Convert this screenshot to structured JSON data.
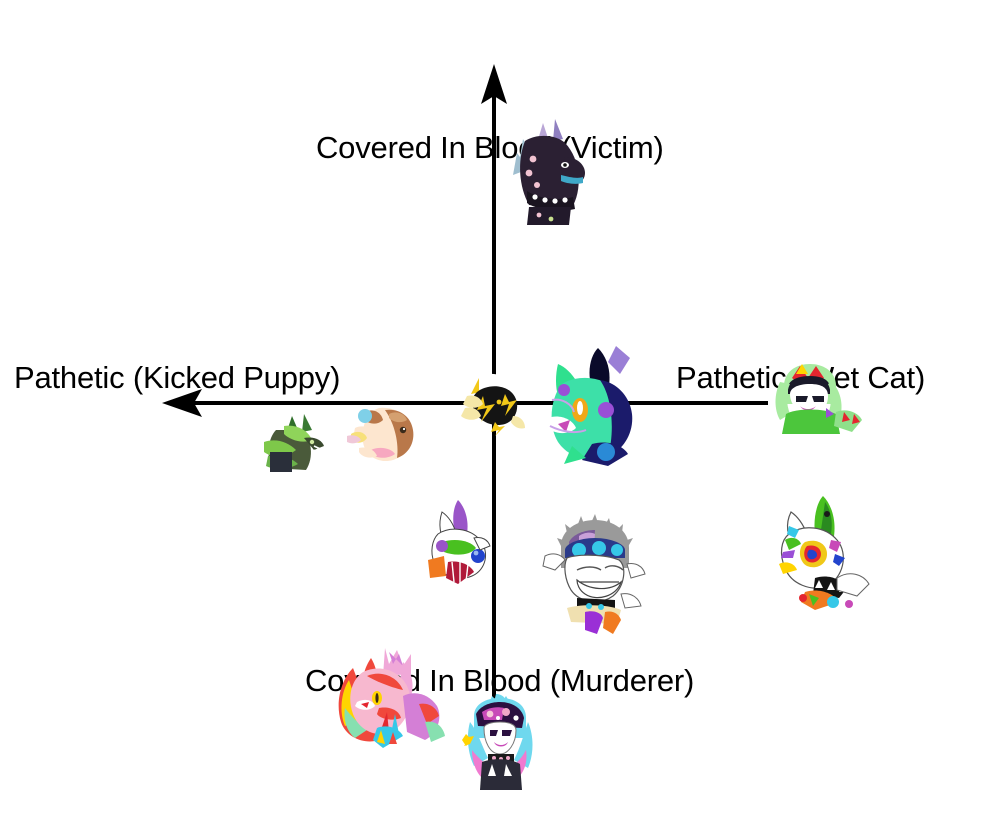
{
  "chart_data": {
    "type": "scatter",
    "title": "",
    "subtitle": "",
    "xlabel": "",
    "ylabel": "",
    "grid": false,
    "legend": null,
    "axis_style": "four-quadrant alignment chart with arrowheads on up and left axes",
    "axis_labels": {
      "top": "Covered In Blood (Victim)",
      "left": "Pathetic (Kicked Puppy)",
      "right": "Pathetic (Wet Cat)",
      "bottom": "Covered In Blood (Murderer)"
    },
    "origin": {
      "x": 494,
      "y": 403
    },
    "xlim": [
      163,
      768
    ],
    "ylim": [
      65,
      700
    ],
    "points": [
      {
        "id": "dark-dragon",
        "label": "Dark Dragon Head",
        "x": 543,
        "y": 170,
        "quadrant": "top-center",
        "colors": [
          "#2b2033",
          "#b9a6d6",
          "#f2c3d2",
          "#3fa8c8"
        ]
      },
      {
        "id": "green-insect",
        "label": "Green Insect Dragon",
        "x": 300,
        "y": 444,
        "quadrant": "left",
        "colors": [
          "#6ab24a",
          "#2f3a2a",
          "#ffffff"
        ]
      },
      {
        "id": "tan-critter",
        "label": "Tan Critter",
        "x": 382,
        "y": 436,
        "quadrant": "left",
        "colors": [
          "#b9784a",
          "#fde6cf",
          "#f7a8c0",
          "#7fd0e8"
        ]
      },
      {
        "id": "bolt-beast",
        "label": "Black And Yellow Bolt",
        "x": 494,
        "y": 403,
        "quadrant": "origin",
        "colors": [
          "#111111",
          "#f2c818",
          "#ffffff"
        ]
      },
      {
        "id": "teal-fox",
        "label": "Teal Spotted Fox",
        "x": 592,
        "y": 404,
        "quadrant": "right",
        "colors": [
          "#2fe08e",
          "#3de0c0",
          "#1b1b6b",
          "#9a4fd6"
        ]
      },
      {
        "id": "green-hoodie",
        "label": "Green Hooded Character",
        "x": 812,
        "y": 400,
        "quadrant": "right",
        "colors": [
          "#a8eba0",
          "#4cc63c",
          "#e4262f",
          "#ffffff"
        ]
      },
      {
        "id": "purple-ear-white",
        "label": "White Visor Creature",
        "x": 463,
        "y": 546,
        "quadrant": "bottom-left",
        "colors": [
          "#ffffff",
          "#9a55c8",
          "#49c020",
          "#f07a20",
          "#2244cc"
        ]
      },
      {
        "id": "gray-goggles",
        "label": "Gray Goggled Grinner",
        "x": 594,
        "y": 572,
        "quadrant": "bottom",
        "colors": [
          "#9a9a9a",
          "#36c8e8",
          "#7b3fa0",
          "#f07a20"
        ]
      },
      {
        "id": "rainbow-splatter",
        "label": "Rainbow Splattered Dog",
        "x": 822,
        "y": 549,
        "quadrant": "bottom-right",
        "colors": [
          "#ffffff",
          "#49c020",
          "#e4262f",
          "#ffd400",
          "#2244cc"
        ]
      },
      {
        "id": "rainbow-mane",
        "label": "Rainbow Maned Fox",
        "x": 389,
        "y": 700,
        "quadrant": "bottom-left",
        "colors": [
          "#f0483c",
          "#ffd400",
          "#87e0b0",
          "#d47fd6",
          "#f7a8c0"
        ]
      },
      {
        "id": "galaxy-hair",
        "label": "Galaxy Haired Character",
        "x": 498,
        "y": 745,
        "quadrant": "bottom",
        "colors": [
          "#6fd8ee",
          "#f07ad0",
          "#2b1040",
          "#ffd400"
        ]
      }
    ]
  },
  "labels": {
    "top": "Covered In Blood (Victim)",
    "left": "Pathetic (Kicked Puppy)",
    "right": "Pathetic (Wet Cat)",
    "bottom": "Covered In Blood (Murderer)"
  },
  "icons": {
    "up_arrow": "arrow-up-icon",
    "left_arrow": "arrow-left-icon"
  }
}
